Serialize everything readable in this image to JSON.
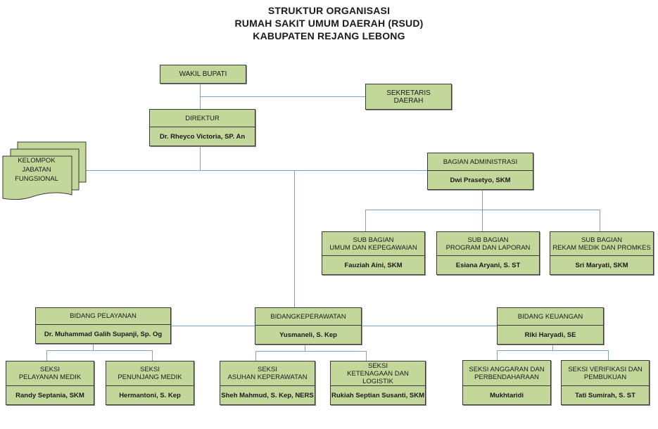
{
  "title": {
    "line1": "STRUKTUR ORGANISASI",
    "line2": "RUMAH SAKIT UMUM DAERAH (RSUD)",
    "line3": "KABUPATEN REJANG LEBONG"
  },
  "colors": {
    "box_fill": "#c4d79b",
    "box_border": "#3a3a3a",
    "connector": "#7ea0c8"
  },
  "nodes": {
    "wakil_bupati": {
      "title": "WAKIL BUPATI"
    },
    "sekretaris_daerah": {
      "title": "SEKRETARIS\nDAERAH"
    },
    "direktur": {
      "title": "DIREKTUR",
      "name": "Dr. Rheyco Victoria, SP. An"
    },
    "kelompok_jabatan": {
      "title": "KELOMPOK\nJABATAN\nFUNGSIONAL"
    },
    "bagian_administrasi": {
      "title": "BAGIAN ADMINISTRASI",
      "name": "Dwi Prasetyo, SKM"
    },
    "sub_umum": {
      "title": "SUB BAGIAN\nUMUM DAN KEPEGAWAIAN",
      "name": "Fauziah Aini, SKM"
    },
    "sub_program": {
      "title": "SUB BAGIAN\nPROGRAM DAN LAPORAN",
      "name": "Esiana Aryani, S. ST"
    },
    "sub_rekam": {
      "title": "SUB BAGIAN\nREKAM MEDIK DAN PROMKES",
      "name": "Sri Maryati, SKM"
    },
    "bidang_pelayanan": {
      "title": "BIDANG PELAYANAN",
      "name": "Dr. Muhammad Galih Supanji, Sp. Og"
    },
    "bidang_keperawatan": {
      "title": "BIDANGKEPERAWATAN",
      "name": "Yusmaneli, S. Kep"
    },
    "bidang_keuangan": {
      "title": "BIDANG KEUANGAN",
      "name": "Riki Haryadi, SE"
    },
    "seksi_pelayanan_medik": {
      "title": "SEKSI\nPELAYANAN MEDIK",
      "name": "Randy Septania, SKM"
    },
    "seksi_penunjang_medik": {
      "title": "SEKSI\nPENUNJANG MEDIK",
      "name": "Hermantoni, S. Kep"
    },
    "seksi_asuhan": {
      "title": "SEKSI\nASUHAN KEPERAWATAN",
      "name": "Sheh Mahmud, S. Kep, NERS"
    },
    "seksi_ketenagaan": {
      "title": "SEKSI\nKETENAGAAN DAN LOGISTIK",
      "name": "Rukiah Septian Susanti, SKM"
    },
    "seksi_anggaran": {
      "title": "SEKSI ANGGARAN DAN\nPERBENDAHARAAN",
      "name": "Mukhtaridi"
    },
    "seksi_verifikasi": {
      "title": "SEKSI VERIFIKASI DAN\nPEMBUKUAN",
      "name": "Tati Sumirah, S. ST"
    }
  }
}
